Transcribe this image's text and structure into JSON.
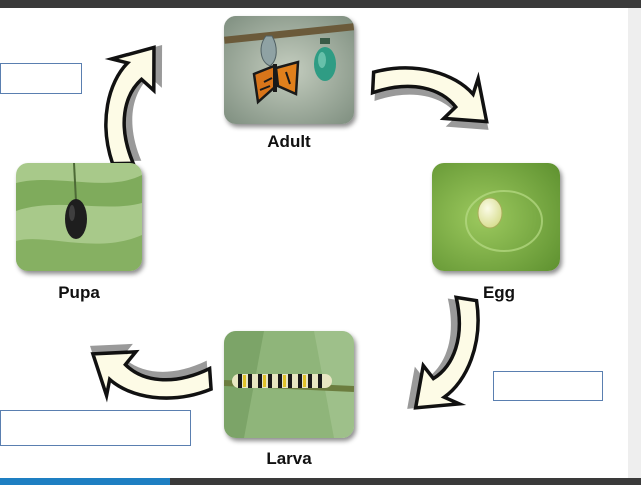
{
  "stages": {
    "adult": {
      "label": "Adult",
      "icon": "monarch-butterfly-on-chrysalis-photo"
    },
    "egg": {
      "label": "Egg",
      "icon": "butterfly-egg-on-leaf-photo"
    },
    "larva": {
      "label": "Larva",
      "icon": "striped-caterpillar-on-stem-photo"
    },
    "pupa": {
      "label": "Pupa",
      "icon": "dark-chrysalis-on-leaf-photo"
    }
  },
  "answer_boxes": [
    {
      "id": "box-left-top",
      "value": ""
    },
    {
      "id": "box-right-lower",
      "value": ""
    },
    {
      "id": "box-left-bottom",
      "value": ""
    }
  ],
  "colors": {
    "arrow_fill": "#fdfbe6",
    "arrow_stroke": "#111111",
    "arrow_shadow": "#9a9a9a",
    "box_border": "#5a7fb0",
    "top_bar": "#3a3a3a",
    "bottom_accent": "#1e7fc2"
  }
}
